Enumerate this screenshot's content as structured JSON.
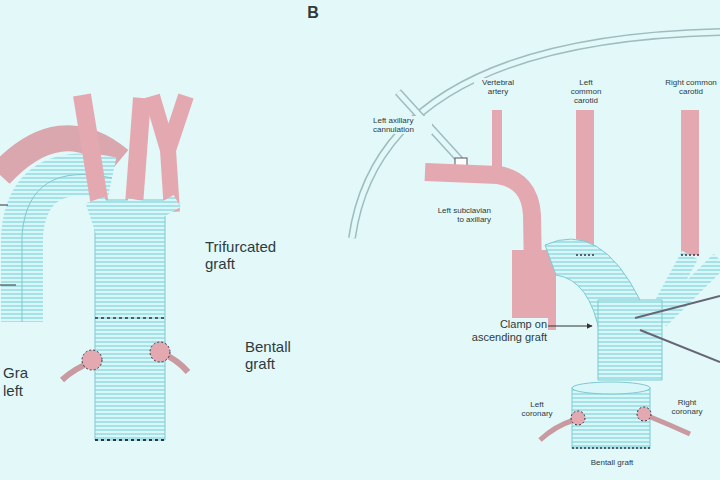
{
  "diagram": {
    "labels": [
      "B",
      "Trifurcated graft",
      "Bentall graft",
      "Gra",
      "left",
      "Vertebral artery",
      "Left common carotid",
      "Right common carotid",
      "Left axillary cannulation",
      "Left subclavian to axillary",
      "Clamp on ascending graft",
      "Left coronary",
      "Right coronary",
      "Bentall graft"
    ]
  }
}
